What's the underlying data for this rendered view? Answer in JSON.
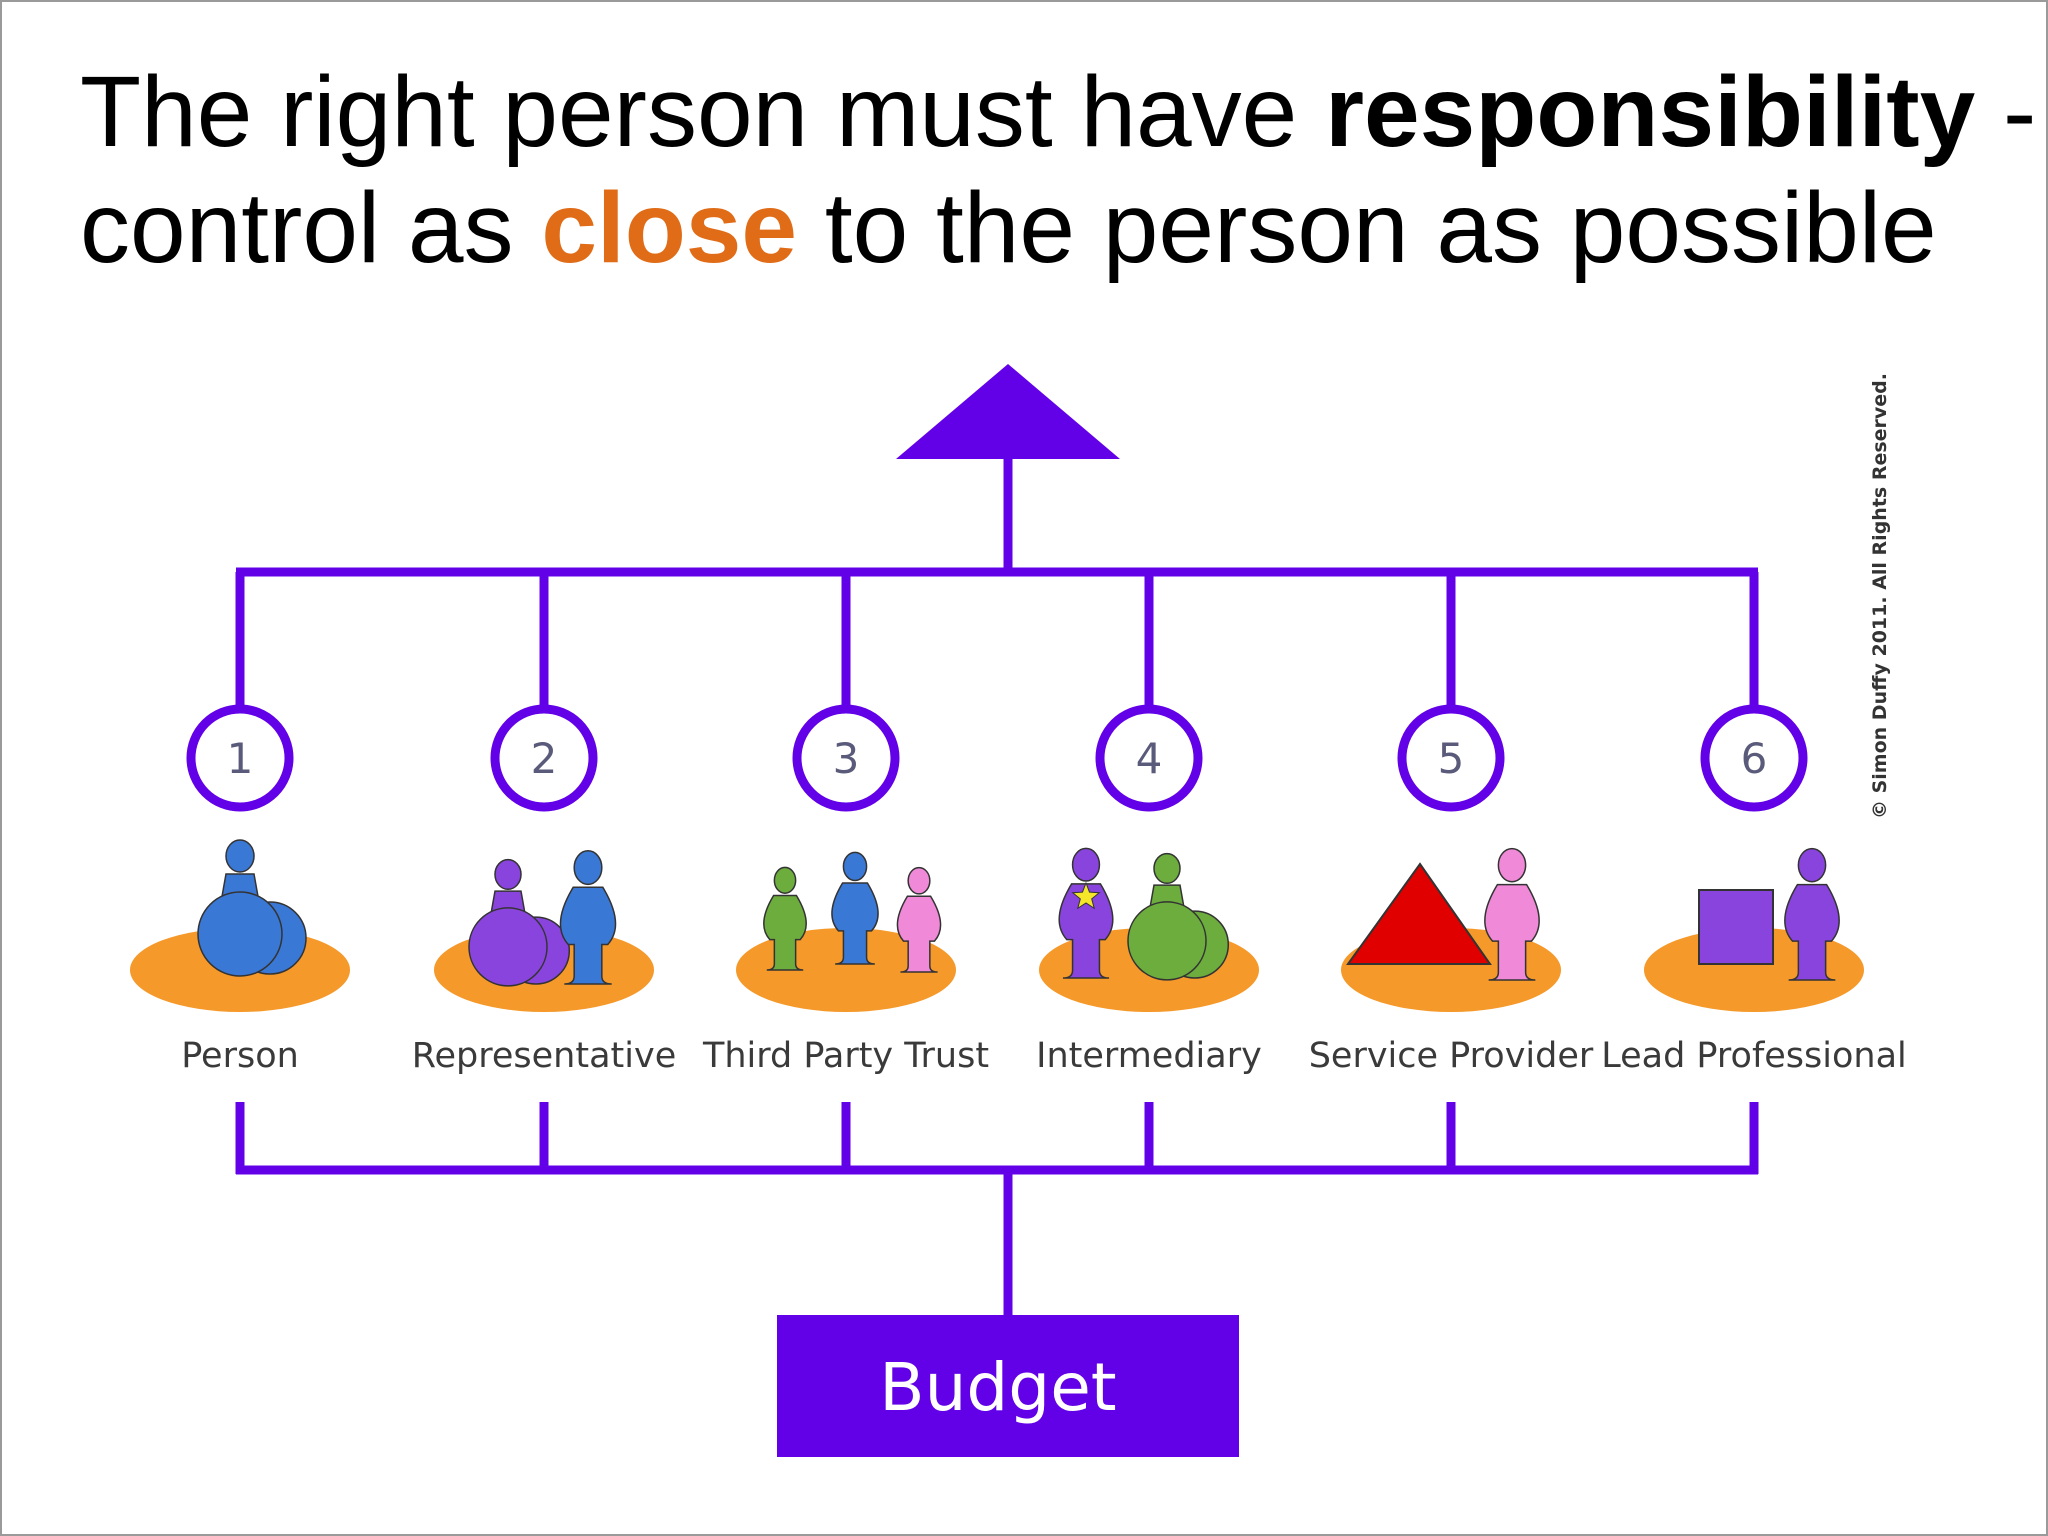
{
  "title": {
    "line1_plain": "The right person must have ",
    "line1_bold": "responsibility",
    "line1_end": " -",
    "line2_start": "control as ",
    "line2_highlight": "close",
    "line2_end": " to the person as possible"
  },
  "colors": {
    "accent_purple": "#6200e8",
    "highlight_orange": "#e06c18",
    "platform_orange": "#f5992a",
    "figure_blue": "#3a78d6",
    "figure_purple": "#8a44de",
    "figure_green": "#6cad3e",
    "figure_pink": "#f08ad8",
    "triangle_red": "#e00000",
    "star_yellow": "#f5e62a"
  },
  "options": [
    {
      "number": "1",
      "label": "Person",
      "figures": [
        "seated-person-icon"
      ]
    },
    {
      "number": "2",
      "label": "Representative",
      "figures": [
        "seated-person-icon",
        "standing-person-icon"
      ]
    },
    {
      "number": "3",
      "label": "Third Party Trust",
      "figures": [
        "standing-person-icon",
        "standing-person-icon",
        "standing-person-icon"
      ]
    },
    {
      "number": "4",
      "label": "Intermediary",
      "figures": [
        "star-person-icon",
        "seated-person-icon"
      ]
    },
    {
      "number": "5",
      "label": "Service Provider",
      "figures": [
        "triangle-icon",
        "standing-person-icon"
      ]
    },
    {
      "number": "6",
      "label": "Lead Professional",
      "figures": [
        "square-icon",
        "standing-person-icon"
      ]
    }
  ],
  "budget": {
    "label": "Budget"
  },
  "copyright": "© Simon Duffy 2011. All Rights Reserved."
}
